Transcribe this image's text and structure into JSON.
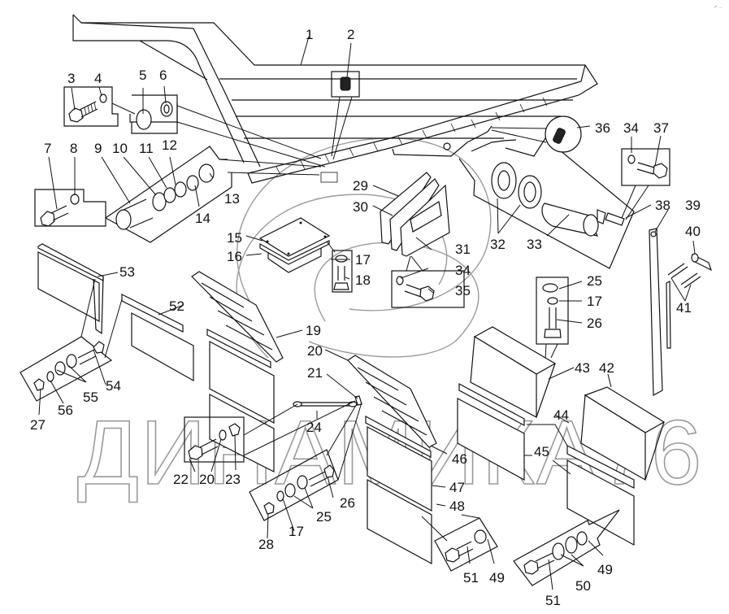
{
  "diagram": {
    "type": "exploded-parts-diagram",
    "subject": "truck mudguards / rear fenders assembly",
    "watermark": "ДИНАМИКА76",
    "corner_mark": "↗ …",
    "callouts": [
      {
        "id": "c1",
        "text": "1"
      },
      {
        "id": "c2",
        "text": "2"
      },
      {
        "id": "c3",
        "text": "3"
      },
      {
        "id": "c4",
        "text": "4"
      },
      {
        "id": "c5",
        "text": "5"
      },
      {
        "id": "c6",
        "text": "6"
      },
      {
        "id": "c7",
        "text": "7"
      },
      {
        "id": "c8",
        "text": "8"
      },
      {
        "id": "c9",
        "text": "9"
      },
      {
        "id": "c10",
        "text": "10"
      },
      {
        "id": "c11",
        "text": "11"
      },
      {
        "id": "c12",
        "text": "12"
      },
      {
        "id": "c13",
        "text": "13"
      },
      {
        "id": "c14",
        "text": "14"
      },
      {
        "id": "c15",
        "text": "15"
      },
      {
        "id": "c16",
        "text": "16"
      },
      {
        "id": "c17a",
        "text": "17"
      },
      {
        "id": "c18",
        "text": "18"
      },
      {
        "id": "c19",
        "text": "19"
      },
      {
        "id": "c20a",
        "text": "20"
      },
      {
        "id": "c21",
        "text": "21"
      },
      {
        "id": "c24",
        "text": "24"
      },
      {
        "id": "c22",
        "text": "22"
      },
      {
        "id": "c20b",
        "text": "20"
      },
      {
        "id": "c23",
        "text": "23"
      },
      {
        "id": "c26a",
        "text": "26"
      },
      {
        "id": "c25a",
        "text": "25"
      },
      {
        "id": "c17b",
        "text": "17"
      },
      {
        "id": "c28",
        "text": "28"
      },
      {
        "id": "c29",
        "text": "29"
      },
      {
        "id": "c30",
        "text": "30"
      },
      {
        "id": "c31",
        "text": "31"
      },
      {
        "id": "c34a",
        "text": "34"
      },
      {
        "id": "c35",
        "text": "35"
      },
      {
        "id": "c32",
        "text": "32"
      },
      {
        "id": "c33",
        "text": "33"
      },
      {
        "id": "c36",
        "text": "36"
      },
      {
        "id": "c34b",
        "text": "34"
      },
      {
        "id": "c37",
        "text": "37"
      },
      {
        "id": "c38",
        "text": "38"
      },
      {
        "id": "c39",
        "text": "39"
      },
      {
        "id": "c40",
        "text": "40"
      },
      {
        "id": "c41",
        "text": "41"
      },
      {
        "id": "c25b",
        "text": "25"
      },
      {
        "id": "c17c",
        "text": "17"
      },
      {
        "id": "c26b",
        "text": "26"
      },
      {
        "id": "c43",
        "text": "43"
      },
      {
        "id": "c42",
        "text": "42"
      },
      {
        "id": "c44",
        "text": "44"
      },
      {
        "id": "c45",
        "text": "45"
      },
      {
        "id": "c46",
        "text": "46"
      },
      {
        "id": "c47",
        "text": "47"
      },
      {
        "id": "c48",
        "text": "48"
      },
      {
        "id": "c49a",
        "text": "49"
      },
      {
        "id": "c51a",
        "text": "51"
      },
      {
        "id": "c49b",
        "text": "49"
      },
      {
        "id": "c50",
        "text": "50"
      },
      {
        "id": "c51b",
        "text": "51"
      },
      {
        "id": "c53",
        "text": "53"
      },
      {
        "id": "c52",
        "text": "52"
      },
      {
        "id": "c54",
        "text": "54"
      },
      {
        "id": "c55",
        "text": "55"
      },
      {
        "id": "c56",
        "text": "56"
      },
      {
        "id": "c27",
        "text": "27"
      }
    ]
  },
  "colors": {
    "line": "#111111",
    "watermark": "#9a9a9a",
    "background": "#ffffff"
  }
}
